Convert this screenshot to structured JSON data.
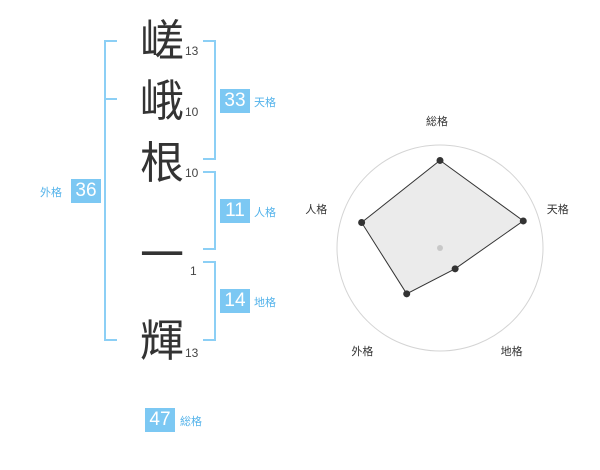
{
  "name_chars": [
    {
      "char": "嵯",
      "strokes": "13"
    },
    {
      "char": "峨",
      "strokes": "10"
    },
    {
      "char": "根",
      "strokes": "10"
    },
    {
      "char": "一",
      "strokes": "1"
    },
    {
      "char": "輝",
      "strokes": "13"
    }
  ],
  "kakusu": {
    "tenkaku": {
      "value": "33",
      "label": "天格"
    },
    "jinkaku": {
      "value": "11",
      "label": "人格"
    },
    "chikaku": {
      "value": "14",
      "label": "地格"
    },
    "gaikaku": {
      "value": "36",
      "label": "外格"
    },
    "soukaku": {
      "value": "47",
      "label": "総格"
    }
  },
  "colors": {
    "accent": "#7cc8f3",
    "accent_text": "#52b2ea",
    "bracket": "#8ccff5"
  },
  "chart_data": {
    "type": "radar",
    "axes": [
      "総格",
      "天格",
      "地格",
      "外格",
      "人格"
    ],
    "values": [
      0.85,
      0.85,
      0.25,
      0.55,
      0.8
    ],
    "max": 1,
    "rings": 4
  }
}
